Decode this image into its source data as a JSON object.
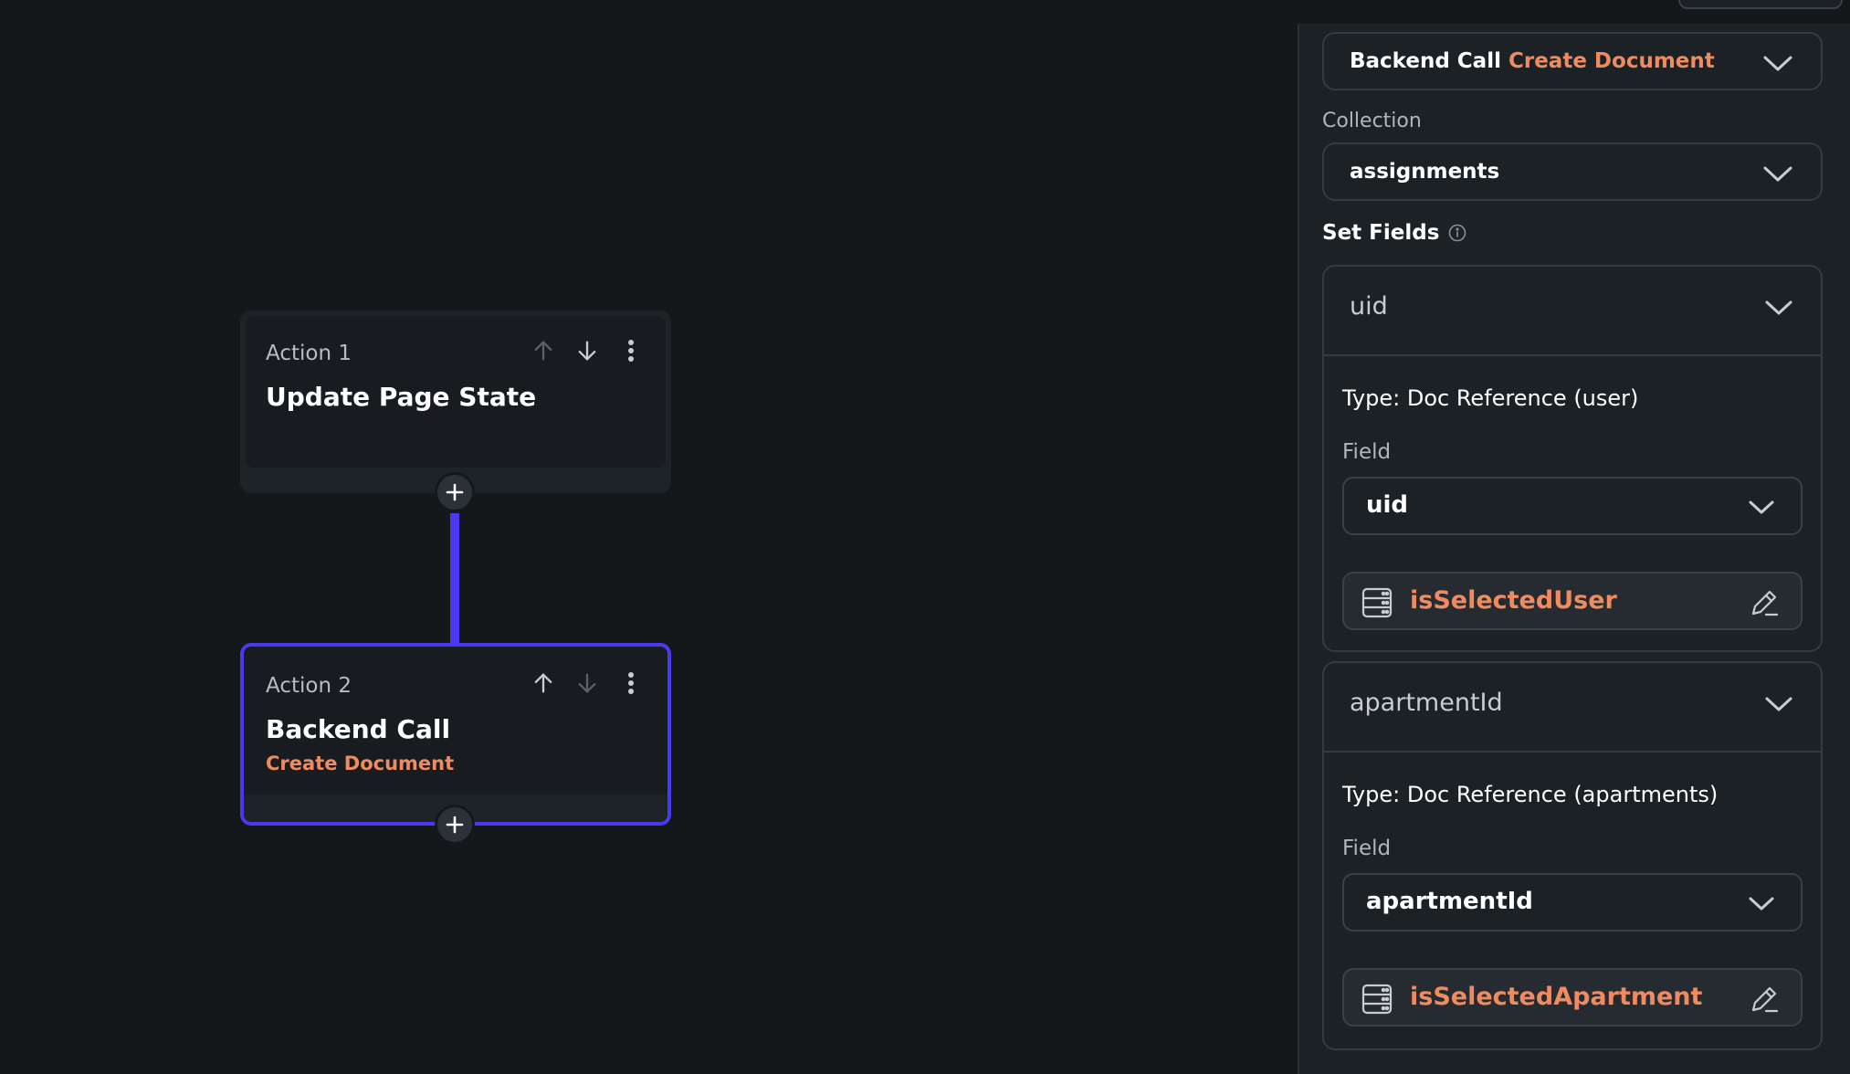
{
  "actions": [
    {
      "label": "Action 1",
      "title": "Update Page State",
      "subtitle": ""
    },
    {
      "label": "Action 2",
      "title": "Backend Call",
      "subtitle": "Create Document"
    }
  ],
  "panel": {
    "header": {
      "label": "Backend Call",
      "accent": "Create Document"
    },
    "collection_label": "Collection",
    "collection_value": "assignments",
    "set_fields_label": "Set Fields",
    "fields": [
      {
        "name": "uid",
        "type": "Type: Doc Reference (user)",
        "field_label": "Field",
        "field_value": "uid",
        "variable": "isSelectedUser"
      },
      {
        "name": "apartmentId",
        "type": "Type: Doc Reference (apartments)",
        "field_label": "Field",
        "field_value": "apartmentId",
        "variable": "isSelectedApartment"
      }
    ]
  },
  "colors": {
    "background": "#14181b",
    "panel": "#1c2125",
    "accent": "#ee8b60",
    "selected_border": "#4b39ef"
  },
  "icons": [
    "arrow-up-icon",
    "arrow-down-icon",
    "more-vertical-icon",
    "plus-icon",
    "chevron-down-icon",
    "info-icon",
    "database-icon",
    "edit-icon"
  ]
}
